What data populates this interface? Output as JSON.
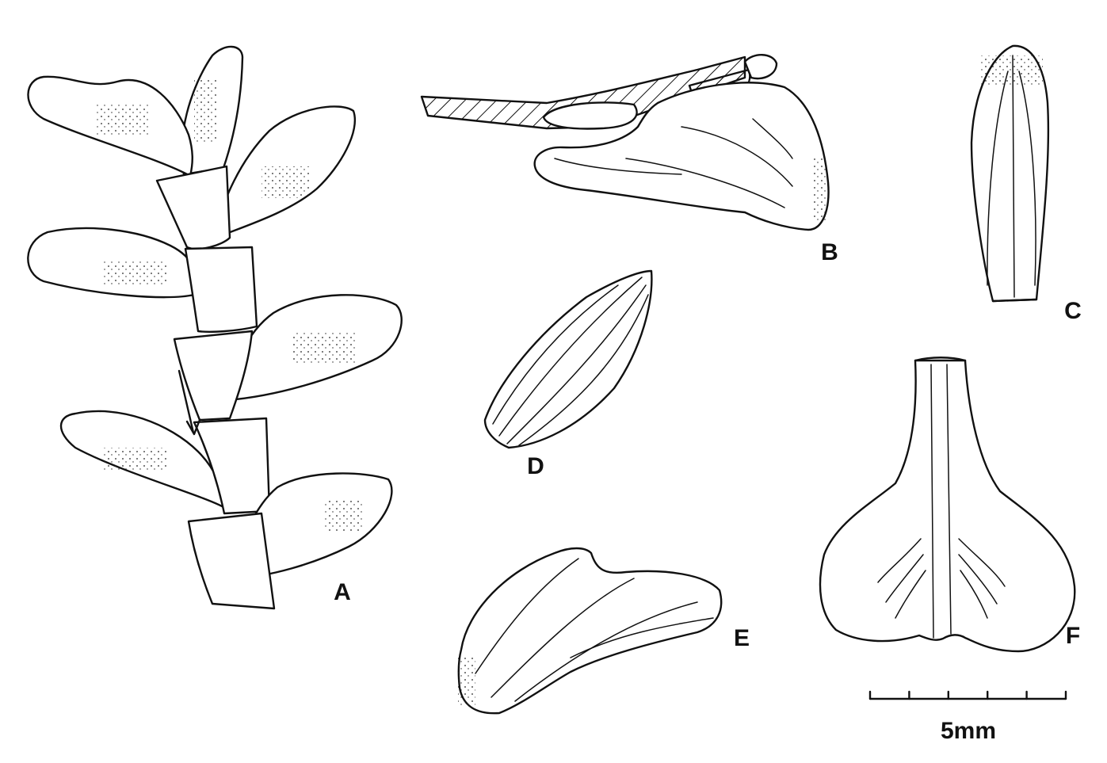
{
  "plate": {
    "figures": [
      {
        "id": "A",
        "label": "A"
      },
      {
        "id": "B",
        "label": "B"
      },
      {
        "id": "C",
        "label": "C"
      },
      {
        "id": "D",
        "label": "D"
      },
      {
        "id": "E",
        "label": "E"
      },
      {
        "id": "F",
        "label": "F"
      }
    ],
    "scale_bar": {
      "label": "5mm",
      "ticks": 6
    }
  },
  "colors": {
    "ink": "#111111",
    "paper": "#ffffff"
  }
}
